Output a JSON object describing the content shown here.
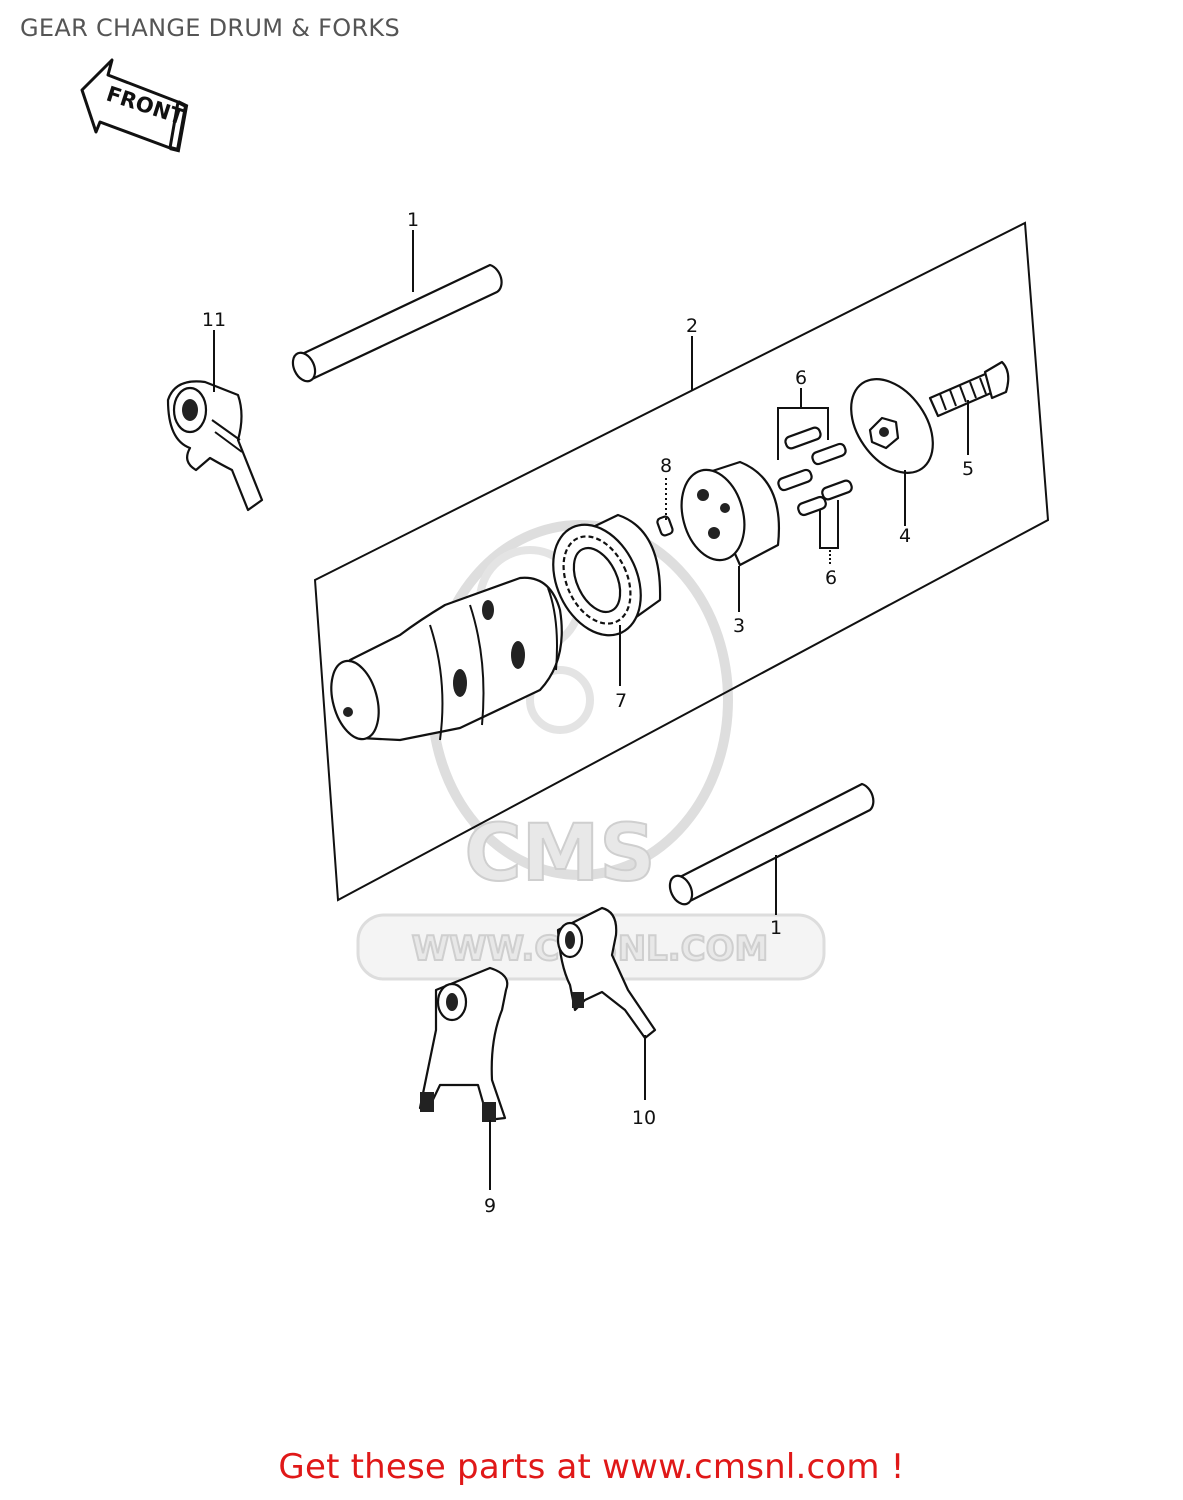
{
  "page": {
    "title": "GEAR CHANGE DRUM & FORKS",
    "cta_text": "Get these parts at www.cmsnl.com !"
  },
  "diagram": {
    "front_label": "FRONT",
    "watermark_brand": "CMS",
    "watermark_url": "WWW.CMSNL.COM",
    "callouts": {
      "c1a": "1",
      "c1b": "1",
      "c2": "2",
      "c3": "3",
      "c4": "4",
      "c5": "5",
      "c6a": "6",
      "c6b": "6",
      "c7": "7",
      "c8": "8",
      "c9": "9",
      "c10": "10",
      "c11": "11"
    }
  },
  "colors": {
    "title": "#555555",
    "cta": "#e01818",
    "watermark": "#dcdcdc"
  }
}
